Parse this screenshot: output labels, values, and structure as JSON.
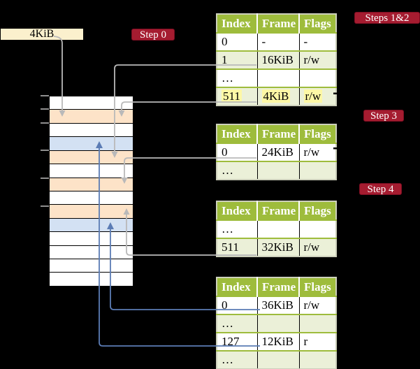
{
  "colors": {
    "background": "#000000",
    "header_green": "#9ebc3c",
    "row_green": "#ebf0d8",
    "table_border": "#cdd0bc",
    "badge_red": "#a51c30",
    "badge_border": "#7c0e22",
    "frame_peach": "#fde3c8",
    "page_blue": "#d3e1f3",
    "box_cream": "#fbf0cd",
    "highlight_yellow": "#fdf8a6",
    "arrow_gray": "#b9b9b9",
    "arrow_blue": "#5b7cb5",
    "tick_gray": "#8f8f8f"
  },
  "frame_box": {
    "label": "4KiB"
  },
  "badges": {
    "step0": "Step 0",
    "steps12": "Steps 1&2",
    "step3": "Step 3",
    "step4": "Step 4"
  },
  "tables": [
    {
      "headers": [
        "Index",
        "Frame",
        "Flags"
      ],
      "rows": [
        {
          "cells": [
            "0",
            "-",
            "-"
          ]
        },
        {
          "cells": [
            "1",
            "16KiB",
            "r/w"
          ]
        },
        {
          "cells": [
            "…",
            "",
            ""
          ]
        },
        {
          "cells": [
            "511",
            "4KiB",
            "r/w"
          ],
          "mark": "hl"
        }
      ]
    },
    {
      "headers": [
        "Index",
        "Frame",
        "Flags"
      ],
      "rows": [
        {
          "cells": [
            "0",
            "24KiB",
            "r/w"
          ]
        },
        {
          "cells": [
            "…",
            "",
            ""
          ]
        }
      ]
    },
    {
      "headers": [
        "Index",
        "Frame",
        "Flags"
      ],
      "rows": [
        {
          "cells": [
            "…",
            "",
            ""
          ]
        },
        {
          "cells": [
            "511",
            "32KiB",
            "r/w"
          ]
        }
      ]
    },
    {
      "headers": [
        "Index",
        "Frame",
        "Flags"
      ],
      "rows": [
        {
          "cells": [
            "0",
            "36KiB",
            "r/w"
          ]
        },
        {
          "cells": [
            "…",
            "",
            ""
          ]
        },
        {
          "cells": [
            "127",
            "12KiB",
            "r"
          ]
        },
        {
          "cells": [
            "…",
            "",
            ""
          ]
        }
      ]
    }
  ],
  "memory": {
    "rows": [
      "white",
      "peach",
      "white",
      "blue",
      "peach",
      "white",
      "peach",
      "white",
      "peach",
      "blue",
      "white",
      "white",
      "white",
      "white"
    ]
  }
}
